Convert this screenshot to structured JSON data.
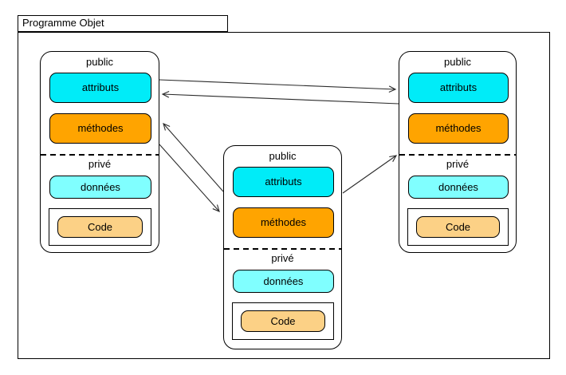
{
  "package": {
    "title": "Programme Objet"
  },
  "objects": [
    {
      "public_label": "public",
      "attributes_label": "attributs",
      "methods_label": "méthodes",
      "private_label": "privé",
      "data_label": "données",
      "code_label": "Code"
    },
    {
      "public_label": "public",
      "attributes_label": "attributs",
      "methods_label": "méthodes",
      "private_label": "privé",
      "data_label": "données",
      "code_label": "Code"
    },
    {
      "public_label": "public",
      "attributes_label": "attributs",
      "methods_label": "méthodes",
      "private_label": "privé",
      "data_label": "données",
      "code_label": "Code"
    }
  ],
  "arrows": [
    {
      "from": "left-object",
      "to": "right-object"
    },
    {
      "from": "right-object",
      "to": "left-object"
    },
    {
      "from": "center-object",
      "to": "left-object"
    },
    {
      "from": "left-object",
      "to": "center-object"
    },
    {
      "from": "center-object",
      "to": "right-object"
    }
  ],
  "colors": {
    "attributes_fill": "#00ECF8",
    "methods_fill": "#FFA400",
    "data_fill": "#80FFFF",
    "code_fill": "#FCD186",
    "border": "#000000",
    "arrow_color": "#2b2b2b",
    "background": "#FFFFFF"
  }
}
